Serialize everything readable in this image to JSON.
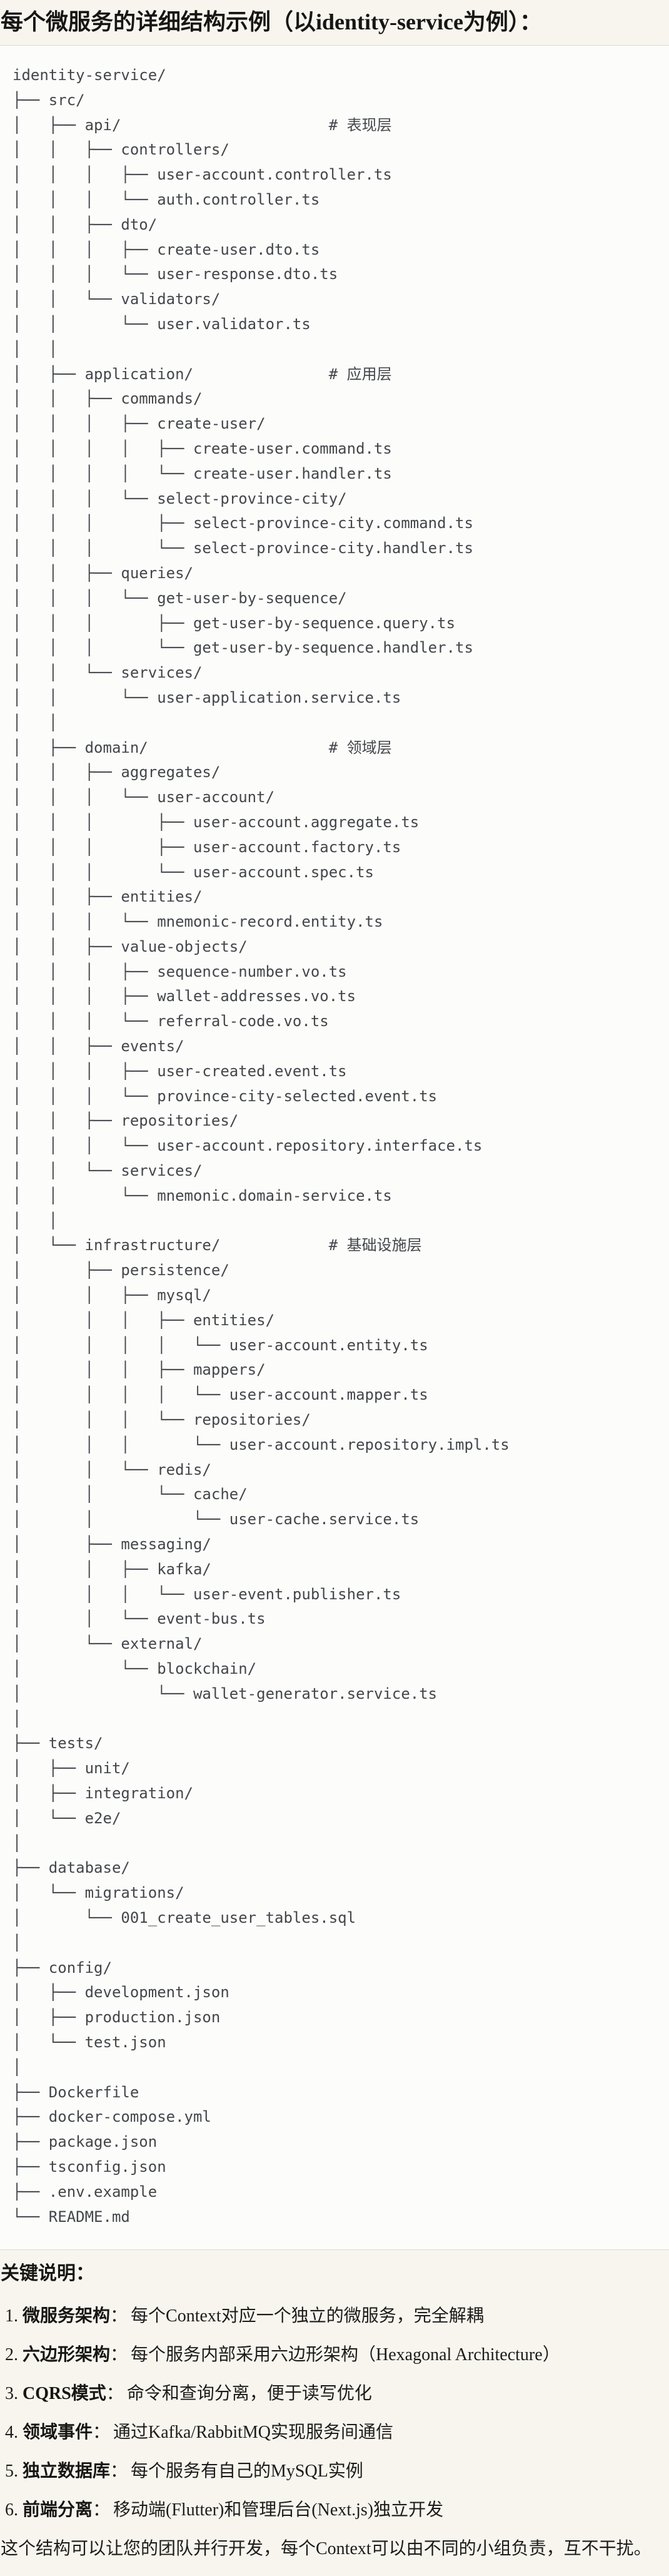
{
  "title": "每个微服务的详细结构示例（以identity-service为例）：",
  "colors": {
    "page_bg": "#f7f5ee",
    "code_bg": "#fcfcfa",
    "code_border": "#dedbd2",
    "code_text": "#43464b",
    "heading_text": "#171614"
  },
  "tree_lines": [
    "identity-service/",
    "├── src/",
    "│   ├── api/                       # 表现层",
    "│   │   ├── controllers/",
    "│   │   │   ├── user-account.controller.ts",
    "│   │   │   └── auth.controller.ts",
    "│   │   ├── dto/",
    "│   │   │   ├── create-user.dto.ts",
    "│   │   │   └── user-response.dto.ts",
    "│   │   └── validators/",
    "│   │       └── user.validator.ts",
    "│   │",
    "│   ├── application/               # 应用层",
    "│   │   ├── commands/",
    "│   │   │   ├── create-user/",
    "│   │   │   │   ├── create-user.command.ts",
    "│   │   │   │   └── create-user.handler.ts",
    "│   │   │   └── select-province-city/",
    "│   │   │       ├── select-province-city.command.ts",
    "│   │   │       └── select-province-city.handler.ts",
    "│   │   ├── queries/",
    "│   │   │   └── get-user-by-sequence/",
    "│   │   │       ├── get-user-by-sequence.query.ts",
    "│   │   │       └── get-user-by-sequence.handler.ts",
    "│   │   └── services/",
    "│   │       └── user-application.service.ts",
    "│   │",
    "│   ├── domain/                    # 领域层",
    "│   │   ├── aggregates/",
    "│   │   │   └── user-account/",
    "│   │   │       ├── user-account.aggregate.ts",
    "│   │   │       ├── user-account.factory.ts",
    "│   │   │       └── user-account.spec.ts",
    "│   │   ├── entities/",
    "│   │   │   └── mnemonic-record.entity.ts",
    "│   │   ├── value-objects/",
    "│   │   │   ├── sequence-number.vo.ts",
    "│   │   │   ├── wallet-addresses.vo.ts",
    "│   │   │   └── referral-code.vo.ts",
    "│   │   ├── events/",
    "│   │   │   ├── user-created.event.ts",
    "│   │   │   └── province-city-selected.event.ts",
    "│   │   ├── repositories/",
    "│   │   │   └── user-account.repository.interface.ts",
    "│   │   └── services/",
    "│   │       └── mnemonic.domain-service.ts",
    "│   │",
    "│   └── infrastructure/            # 基础设施层",
    "│       ├── persistence/",
    "│       │   ├── mysql/",
    "│       │   │   ├── entities/",
    "│       │   │   │   └── user-account.entity.ts",
    "│       │   │   ├── mappers/",
    "│       │   │   │   └── user-account.mapper.ts",
    "│       │   │   └── repositories/",
    "│       │   │       └── user-account.repository.impl.ts",
    "│       │   └── redis/",
    "│       │       └── cache/",
    "│       │           └── user-cache.service.ts",
    "│       ├── messaging/",
    "│       │   ├── kafka/",
    "│       │   │   └── user-event.publisher.ts",
    "│       │   └── event-bus.ts",
    "│       └── external/",
    "│           └── blockchain/",
    "│               └── wallet-generator.service.ts",
    "│",
    "├── tests/",
    "│   ├── unit/",
    "│   ├── integration/",
    "│   └── e2e/",
    "│",
    "├── database/",
    "│   └── migrations/",
    "│       └── 001_create_user_tables.sql",
    "│",
    "├── config/",
    "│   ├── development.json",
    "│   ├── production.json",
    "│   └── test.json",
    "│",
    "├── Dockerfile",
    "├── docker-compose.yml",
    "├── package.json",
    "├── tsconfig.json",
    "├── .env.example",
    "└── README.md"
  ],
  "notes": {
    "heading": "关键说明：",
    "items": [
      {
        "num": "1.",
        "label": "微服务架构",
        "sep": "：",
        "desc": "每个Context对应一个独立的微服务，完全解耦"
      },
      {
        "num": "2.",
        "label": "六边形架构",
        "sep": "：",
        "desc": "每个服务内部采用六边形架构（Hexagonal Architecture）"
      },
      {
        "num": "3.",
        "label": "CQRS模式",
        "sep": "：",
        "desc": "命令和查询分离，便于读写优化"
      },
      {
        "num": "4.",
        "label": "领域事件",
        "sep": "：",
        "desc": "通过Kafka/RabbitMQ实现服务间通信"
      },
      {
        "num": "5.",
        "label": "独立数据库",
        "sep": "：",
        "desc": "每个服务有自己的MySQL实例"
      },
      {
        "num": "6.",
        "label": "前端分离",
        "sep": "：",
        "desc": "移动端(Flutter)和管理后台(Next.js)独立开发"
      }
    ],
    "footer": "这个结构可以让您的团队并行开发，每个Context可以由不同的小组负责，互不干扰。"
  }
}
